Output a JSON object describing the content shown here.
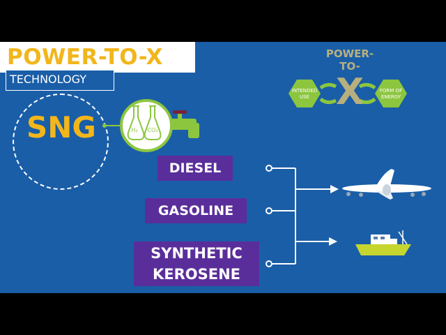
{
  "header": {
    "title": "POWER-TO-X",
    "subtitle": "TECHNOLOGY"
  },
  "sng": {
    "label": "SNG",
    "flask_left": "H₂",
    "flask_right": "CO₂"
  },
  "logo": {
    "line1": "POWER-",
    "line2": "TO-",
    "letter": "X",
    "left_hex": [
      "INTENDED",
      "USE"
    ],
    "right_hex": [
      "FORM OF",
      "ENERGY"
    ]
  },
  "fuels": [
    {
      "label": "DIESEL"
    },
    {
      "label": "GASOLINE"
    },
    {
      "label_lines": [
        "SYNTHETIC",
        "KEROSENE"
      ]
    }
  ],
  "colors": {
    "background": "#1a5ea8",
    "accent_yellow": "#f2b61b",
    "fuel_box": "#5a2e9a",
    "green": "#8cc63f",
    "logo_gray": "#b7b07e"
  },
  "icons": [
    "faucet-icon",
    "flask-icon",
    "airplane-icon",
    "ship-icon"
  ]
}
